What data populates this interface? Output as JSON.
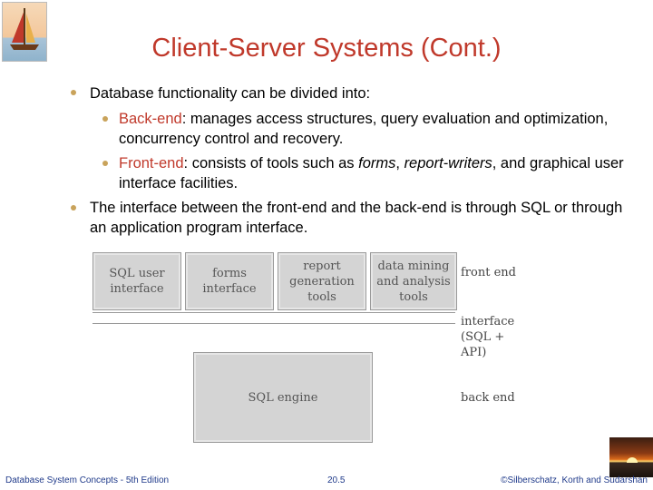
{
  "slide": {
    "title": "Client-Server Systems (Cont.)",
    "bullets": [
      {
        "text": "Database functionality can be divided into:",
        "sub": [
          {
            "term": "Back-end",
            "rest": ": manages access structures, query evaluation and optimization, concurrency control and recovery."
          },
          {
            "term": "Front-end",
            "rest_parts": [
              ": consists of tools such as ",
              "forms",
              ", ",
              "report-writers",
              ", and graphical user interface facilities."
            ]
          }
        ]
      },
      {
        "text": "The interface between the front-end and the back-end is through SQL or through an application program interface."
      }
    ]
  },
  "figure": {
    "front_boxes": [
      "SQL user interface",
      "forms interface",
      "report generation tools",
      "data mining and analysis tools"
    ],
    "engine": "SQL engine",
    "labels": {
      "front": "front end",
      "interface_1": "interface",
      "interface_2": "(SQL + API)",
      "back": "back end"
    }
  },
  "footer": {
    "left": "Database System Concepts - 5th Edition",
    "center": "20.5",
    "right": "©Silberschatz, Korth and Sudarshan"
  },
  "colors": {
    "title": "#c0392b",
    "term": "#c0392b",
    "footer": "#1f3a8a",
    "bullet": "#c9a35b"
  }
}
